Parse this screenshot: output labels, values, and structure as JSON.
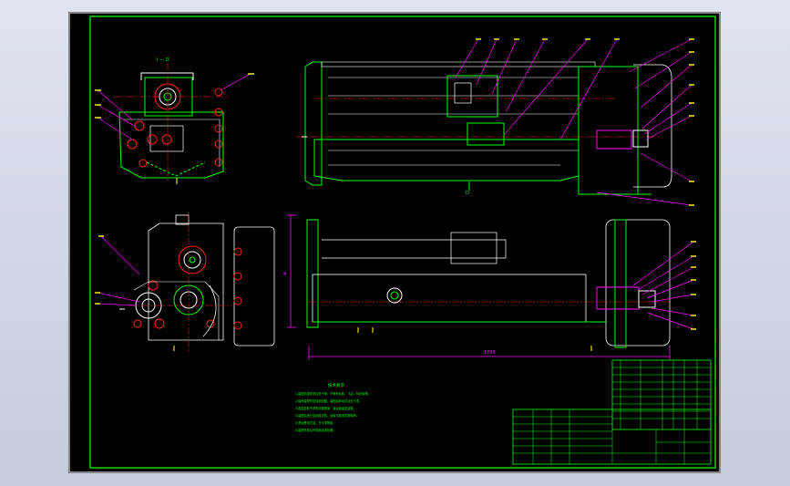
{
  "drawing": {
    "section_mark_top": "I — D",
    "section_mark_bottom": "D",
    "dim_vertical": "φ",
    "dim_horizontal": "1795",
    "notes_title": "技术要求",
    "notes_lines": [
      "1.装配前零件须清洗干净，不得有毛刺、飞边、氧化皮等。",
      "2.轴承装配时应加润滑脂，装配后转动灵活无卡滞。",
      "3.各密封处不得有渗漏现象，接合面涂密封胶。",
      "4.装配后进行空运转试验，运转平稳无异常噪声。",
      "5.滑台移动灵活，无卡滞现象。",
      "6.装配完成后外表面涂漆处理。"
    ]
  },
  "colors": {
    "sheet": "#000000",
    "frame": "#e6e6e6",
    "green": "#00ff00",
    "white": "#ffffff",
    "red": "#ff2020",
    "magenta": "#ff00ff",
    "cyan": "#00ffff",
    "yellow": "#ffff00"
  }
}
